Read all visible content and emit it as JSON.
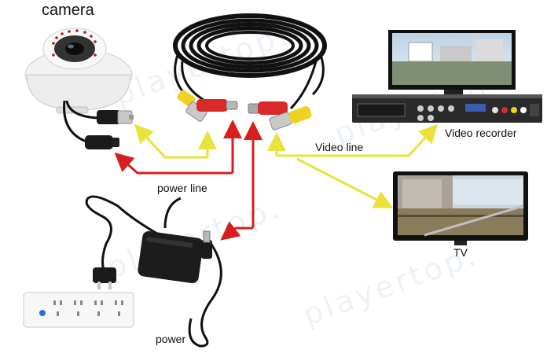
{
  "labels": {
    "camera": "camera",
    "video_recorder": "Video recorder",
    "video_line": "Video line",
    "power_line": "power line",
    "tv": "TV",
    "power": "power"
  },
  "watermark": {
    "text": "playertop."
  },
  "colors": {
    "video_arrow": "#e8e23a",
    "power_arrow": "#d81e1e",
    "cable": "#111111",
    "rca_yellow": "#f0d020",
    "dc_red": "#d82a2a"
  }
}
